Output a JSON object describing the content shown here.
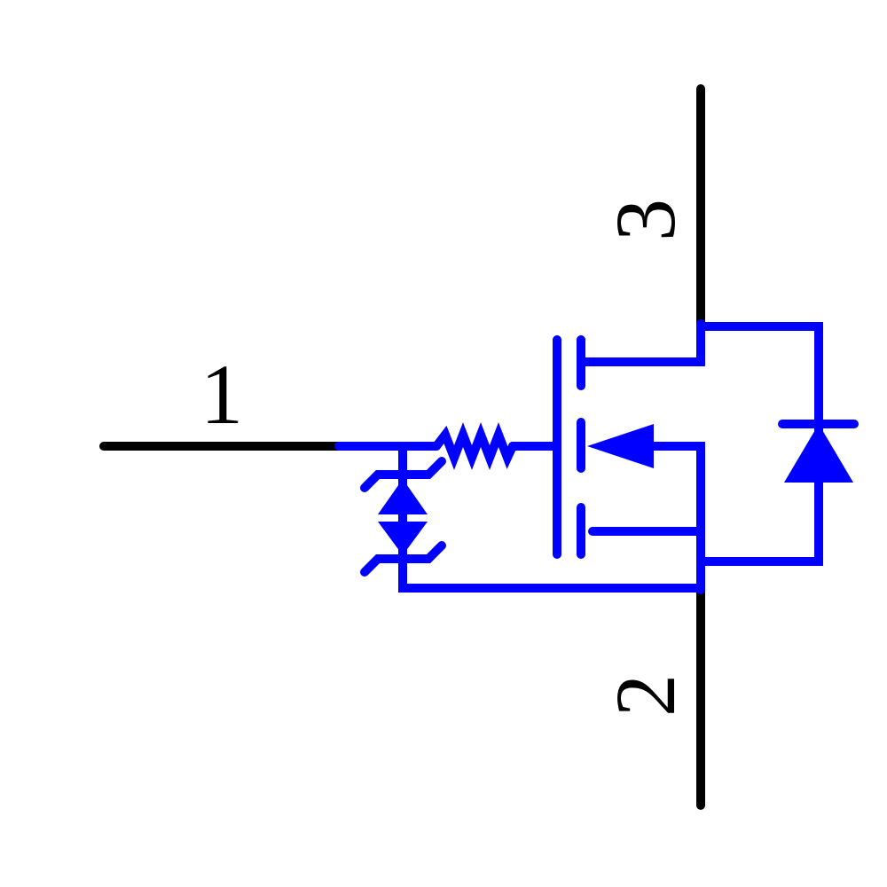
{
  "colors": {
    "pin_wire": "#000000",
    "symbol": "#0000ff",
    "background": "#ffffff"
  },
  "pins": [
    {
      "number": "1",
      "role": "gate"
    },
    {
      "number": "2",
      "role": "source"
    },
    {
      "number": "3",
      "role": "drain"
    }
  ],
  "components": [
    {
      "icon": "resistor-icon"
    },
    {
      "icon": "back-to-back-zener-icon"
    },
    {
      "icon": "n-channel-mosfet-icon"
    },
    {
      "icon": "body-diode-icon"
    }
  ]
}
